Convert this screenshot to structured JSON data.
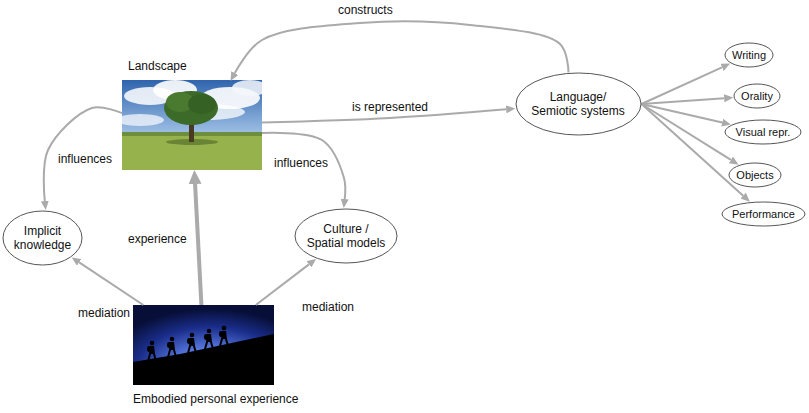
{
  "diagram": {
    "nodes": [
      {
        "text": [
          "Landscape"
        ]
      },
      {
        "text": [
          "Language/ Semiotic systems"
        ]
      },
      {
        "text": [
          "Writing"
        ]
      },
      {
        "text": [
          "Orality"
        ]
      },
      {
        "text": [
          "Visual repr."
        ]
      },
      {
        "text": [
          "Objects"
        ]
      },
      {
        "text": [
          "Performance"
        ]
      },
      {
        "text": [
          "Implicit knowledge"
        ]
      },
      {
        "text": [
          "Culture / Spatial models"
        ]
      },
      {
        "text": [
          "Embodied personal experience"
        ]
      }
    ],
    "edges": [
      {
        "from": 1,
        "to": 0,
        "label": "constructs",
        "arrow": "to"
      },
      {
        "from": 0,
        "to": 1,
        "label": "is represented",
        "arrow": "to"
      },
      {
        "from": 0,
        "to": 7,
        "label": "influences",
        "arrow": "to"
      },
      {
        "from": 0,
        "to": 8,
        "label": "influences",
        "arrow": "to"
      },
      {
        "from": 9,
        "to": 7,
        "label": "mediation",
        "arrow": "to"
      },
      {
        "from": 9,
        "to": 8,
        "label": "mediation",
        "arrow": "to"
      },
      {
        "from": 9,
        "to": 0,
        "label": "experience",
        "arrow": "to"
      },
      {
        "from": 1,
        "to": 2,
        "arrow": "to"
      },
      {
        "from": 1,
        "to": 3,
        "arrow": "to"
      },
      {
        "from": 1,
        "to": 4,
        "arrow": "to"
      },
      {
        "from": 1,
        "to": 5,
        "arrow": "to"
      },
      {
        "from": 1,
        "to": 6,
        "arrow": "to"
      }
    ]
  }
}
